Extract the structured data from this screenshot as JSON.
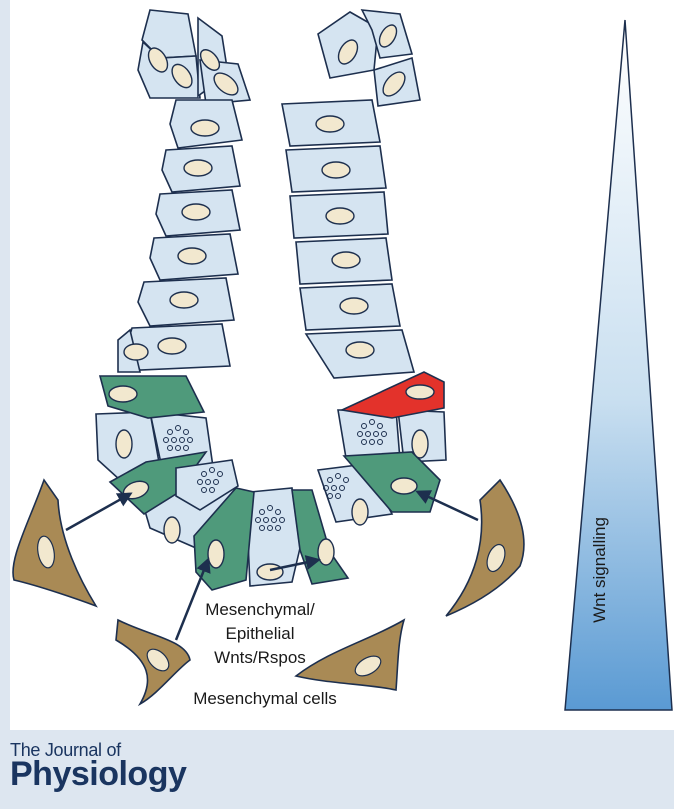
{
  "labels": {
    "mesenchymal_epithelial_line1": "Mesenchymal/",
    "mesenchymal_epithelial_line2": "Epithelial",
    "mesenchymal_epithelial_line3": "Wnts/Rspos",
    "mesenchymal_cells": "Mesenchymal cells",
    "wnt_signalling": "Wnt signalling"
  },
  "journal": {
    "line1": "The Journal of",
    "line2": "Physiology"
  },
  "colors": {
    "epithelial_cell": "#d5e4f1",
    "stem_cell": "#4f9a7b",
    "marked_cell": "#e3322b",
    "paneth_cell": "#d5e4f1",
    "nucleus": "#f2e8cf",
    "mesenchymal_cell": "#a98a55",
    "gradient_top": "#ffffff",
    "gradient_bottom": "#5a9ad3",
    "arrow": "#1d2f4e",
    "journal_text": "#1a3560"
  }
}
